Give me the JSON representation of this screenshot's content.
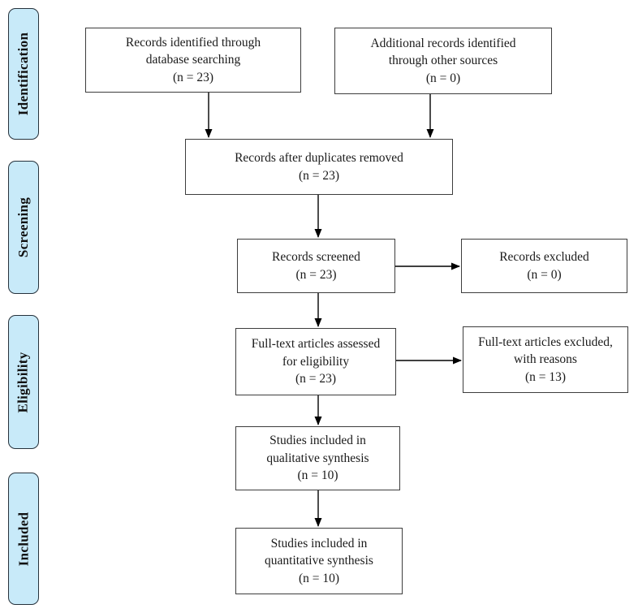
{
  "diagram_type": "prisma-flow-diagram",
  "phases": [
    {
      "label": "Identification"
    },
    {
      "label": "Screening"
    },
    {
      "label": "Eligibility"
    },
    {
      "label": "Included"
    }
  ],
  "flow_boxes": [
    {
      "name": "records-identified",
      "text": "Records identified through\ndatabase searching\n(n = 23)",
      "n": 23
    },
    {
      "name": "additional-records",
      "text": "Additional records identified\nthrough other sources\n(n = 0)",
      "n": 0
    },
    {
      "name": "duplicates-removed",
      "text": "Records after duplicates removed\n(n = 23)",
      "n": 23
    },
    {
      "name": "records-screened",
      "text": "Records screened\n(n = 23)",
      "n": 23
    },
    {
      "name": "records-excluded",
      "text": "Records excluded\n(n = 0)",
      "n": 0
    },
    {
      "name": "fulltext-assessed",
      "text": "Full-text articles assessed\nfor eligibility\n(n = 23)",
      "n": 23
    },
    {
      "name": "fulltext-excluded",
      "text": "Full-text articles excluded,\nwith reasons\n(n = 13)",
      "n": 13
    },
    {
      "name": "qualitative-synthesis",
      "text": "Studies included in\nqualitative synthesis\n(n = 10)",
      "n": 10
    },
    {
      "name": "quantitative-synthesis",
      "text": "Studies included in\nquantitative synthesis\n(n = 10)",
      "n": 10
    }
  ],
  "colors": {
    "phase_fill": "#C8EAF9",
    "phase_border": "#26323C",
    "box_fill": "#FFFFFF",
    "box_border": "#3D3D3D",
    "arrow": "#000000",
    "text": "#1A1A1A",
    "background": "#FFFFFF"
  }
}
